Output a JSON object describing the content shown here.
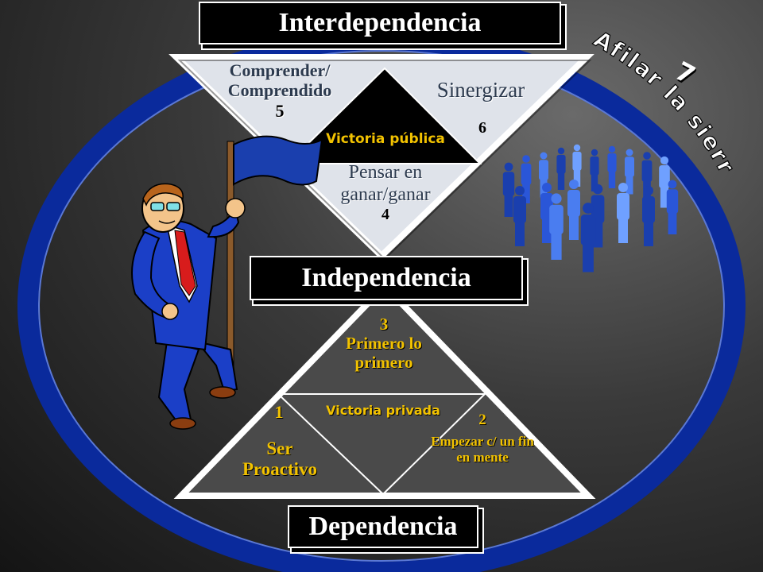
{
  "titles": {
    "interdependencia": "Interdependencia",
    "independencia": "Independencia",
    "dependencia": "Dependencia"
  },
  "habits": {
    "h1": {
      "num": "1",
      "line1": "Ser",
      "line2": "Proactivo"
    },
    "h2": {
      "num": "2",
      "line1": "Empezar c/ un fin",
      "line2": "en mente"
    },
    "h3": {
      "num": "3",
      "line1": "Primero lo",
      "line2": "primero"
    },
    "h4": {
      "num": "4",
      "line1": "Pensar en",
      "line2": "ganar/ganar"
    },
    "h5": {
      "num": "5",
      "line1": "Comprender/",
      "line2": "Comprendido"
    },
    "h6": {
      "num": "6",
      "label": "Sinergizar"
    },
    "h7": {
      "num": "7",
      "label": "Afilar la sierra"
    }
  },
  "victories": {
    "publica": "Victoria pública",
    "privada": "Victoria privada"
  },
  "colors": {
    "ring": "#0a2a9c",
    "title_bg": "#000000",
    "accent_yellow": "#f2c200",
    "triangle_fill": "#dfe3ea"
  }
}
